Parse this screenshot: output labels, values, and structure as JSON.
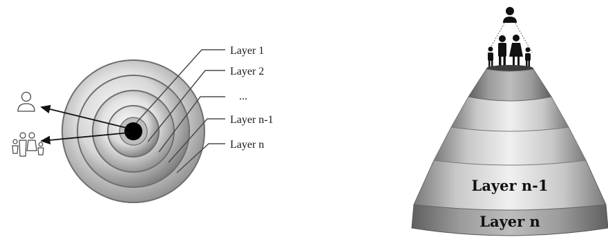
{
  "left_diagram": {
    "layer_labels": [
      "Layer 1",
      "Layer 2",
      "...",
      "Layer n-1",
      "Layer n"
    ],
    "icons": [
      "single-person-icon",
      "family-icon"
    ]
  },
  "right_diagram": {
    "band_labels": [
      "Layer n-1",
      "Layer n"
    ],
    "icons": [
      "leader-person-icon",
      "family-group-icon"
    ]
  },
  "colors": {
    "ring_light": "#f2f2f2",
    "ring_dark": "#9a9a9a",
    "center": "#000000",
    "line": "#555555",
    "cone_light": "#dcdcdc",
    "cone_dark": "#8a8a8a"
  }
}
